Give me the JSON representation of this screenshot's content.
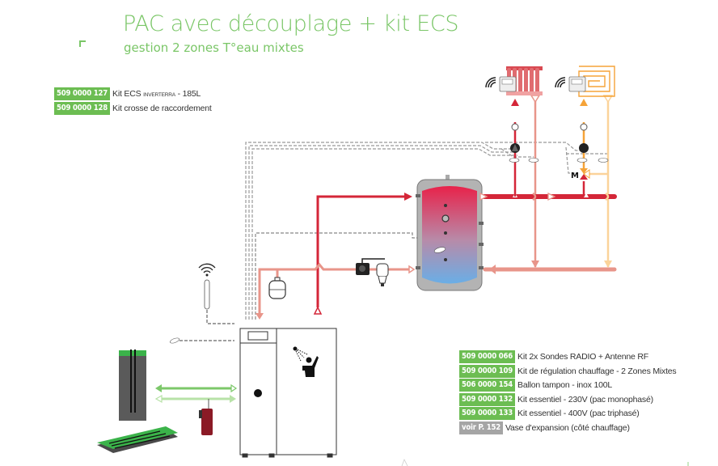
{
  "header": {
    "title": "PAC avec découplage + kit ECS",
    "subtitle": "gestion 2 zones T°eau mixtes"
  },
  "refs_top": [
    {
      "code": "509 0000 127",
      "label": "Kit ECS",
      "label_small": "INVERTERRA",
      "label_suffix": " - 185L"
    },
    {
      "code": "509 0000 128",
      "label": "Kit crosse de raccordement"
    }
  ],
  "refs_bottom": [
    {
      "code": "509 0000 066",
      "label": "Kit 2x Sondes RADIO + Antenne RF",
      "style": "green"
    },
    {
      "code": "509 0000 109",
      "label": "Kit de régulation chauffage - 2 Zones Mixtes",
      "style": "green"
    },
    {
      "code": "506 0000 154",
      "label": "Ballon tampon - inox 100L",
      "style": "green"
    },
    {
      "code": "509 0000 132",
      "label": "Kit essentiel - 230V (pac monophasé)",
      "style": "green"
    },
    {
      "code": "509 0000 133",
      "label": "Kit essentiel - 400V (pac triphasé)",
      "style": "green"
    },
    {
      "code": "voir P. 152",
      "label": "Vase d'expansion (côté chauffage)",
      "style": "grey"
    }
  ],
  "diagram": {
    "components": [
      "heat-pump-unit",
      "dhw-tank",
      "buffer-tank",
      "expansion-vessel",
      "ball-valve-with-filter",
      "radiator-zone",
      "underfloor-zone",
      "room-thermostat",
      "circulator-pump",
      "mixing-valve",
      "outdoor-sensor-antenna",
      "ground-collector",
      "vertical-probe",
      "shower-symbol"
    ],
    "mixing_valve_label": "M",
    "colors": {
      "brand_green": "#7ac667",
      "code_green": "#6cbd52",
      "code_grey": "#a5a5a5",
      "hot_flow": "#d42638",
      "return": "#e8958a",
      "floor_flow": "#f5a338",
      "floor_return": "#fbd39a",
      "green_flow": "#7cc86a",
      "green_return": "#b8e2a8"
    }
  }
}
